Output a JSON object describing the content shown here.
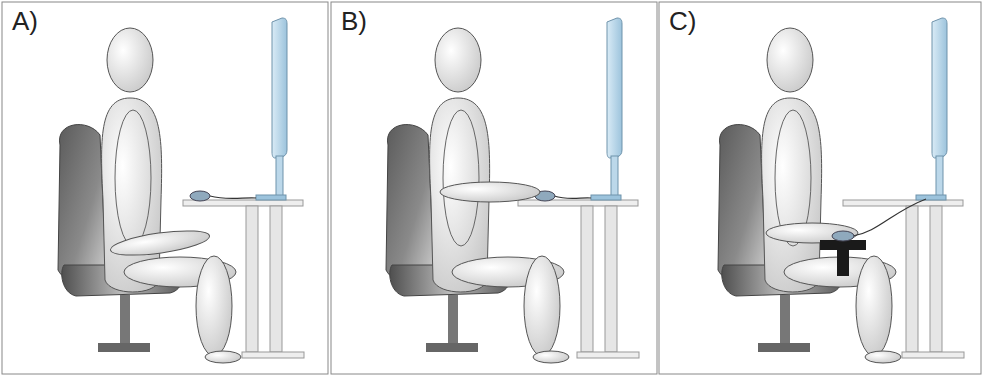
{
  "diagram": {
    "labels": [
      "A)",
      "B)",
      "C)"
    ]
  }
}
